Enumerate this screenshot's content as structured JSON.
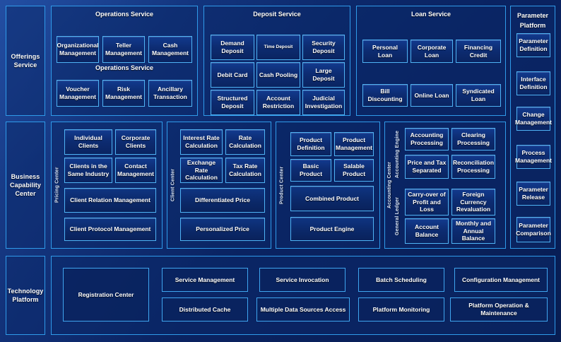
{
  "meta": {
    "title": "Banking Platform Capability Map",
    "colors": {
      "background_deep": "#0a2362",
      "background_light": "#18418f",
      "border_accent": "#2f9bea",
      "tile_border": "#4fb3f5",
      "text": "#ffffff"
    }
  },
  "rows": {
    "offerings": {
      "label": "Offerings Service"
    },
    "business": {
      "label": "Business Capability Center"
    },
    "technology": {
      "label": "Technology Platform"
    }
  },
  "offerings_service": {
    "groups": [
      {
        "title": "Operations Service",
        "title_duplicate": "Operations Service",
        "tiles": [
          "Organizational Management",
          "Teller Management",
          "Cash Management",
          "Voucher Management",
          "Risk Management",
          "Ancillary Transaction"
        ]
      },
      {
        "title": "Deposit Service",
        "tiles": [
          "Demand Deposit",
          "Time Deposit",
          "Security Deposit",
          "Debit Card",
          "Cash Pooling",
          "Large Deposit",
          "Structured Deposit",
          "Account Restriction",
          "Judicial Investigation"
        ]
      },
      {
        "title": "Loan Service",
        "tiles": [
          "Personal Loan",
          "Corporate Loan",
          "Financing Credit",
          "Bill Discounting",
          "Online Loan",
          "Syndicated Loan"
        ]
      }
    ]
  },
  "parameter_platform": {
    "title_line1": "Parameter",
    "title_line2": "Platform",
    "tiles": [
      "Parameter Definition",
      "Interface Definition",
      "Change Management",
      "Process Management",
      "Parameter Release",
      "Parameter Comparison"
    ]
  },
  "business_capability": {
    "columns": [
      {
        "side_label": "Pricing Center",
        "tiles": [
          "Individual Clients",
          "Corporate Clients",
          "Clients in the Same Industry",
          "Contact Management",
          "Client Relation Management",
          "Client Protocol Management"
        ]
      },
      {
        "side_label": "Client Center",
        "tiles": [
          "Interest Rate Calculation",
          "Rate Calculation",
          "Exchange Rate Calculation",
          "Tax Rate Calculation",
          "Differentiated Price",
          "Personalized Price"
        ]
      },
      {
        "side_label": "Product Center",
        "tiles": [
          "Product Definition",
          "Product Management",
          "Basic Product",
          "Salable Product",
          "Combined Product",
          "Product Engine"
        ]
      },
      {
        "side_label_outer": "Accounting Center",
        "side_label_engine": "Accounting Engine",
        "side_label_ledger": "General Ledger",
        "engine_tiles": [
          "Accounting Processing",
          "Clearing Processing",
          "Price and Tax Separated",
          "Reconciliation Processing"
        ],
        "ledger_tiles": [
          "Carry-over of Profit and Loss",
          "Foreign Currency Revaluation",
          "Account Balance",
          "Monthly and Annual Balance"
        ]
      }
    ]
  },
  "technology_platform": {
    "wide_tile": "Registration Center",
    "tiles": [
      "Service Management",
      "Distributed Cache",
      "Service Invocation",
      "Multiple Data Sources Access",
      "Batch Scheduling",
      "Platform Monitoring",
      "Configuration Management",
      "Platform Operation & Maintenance"
    ]
  }
}
